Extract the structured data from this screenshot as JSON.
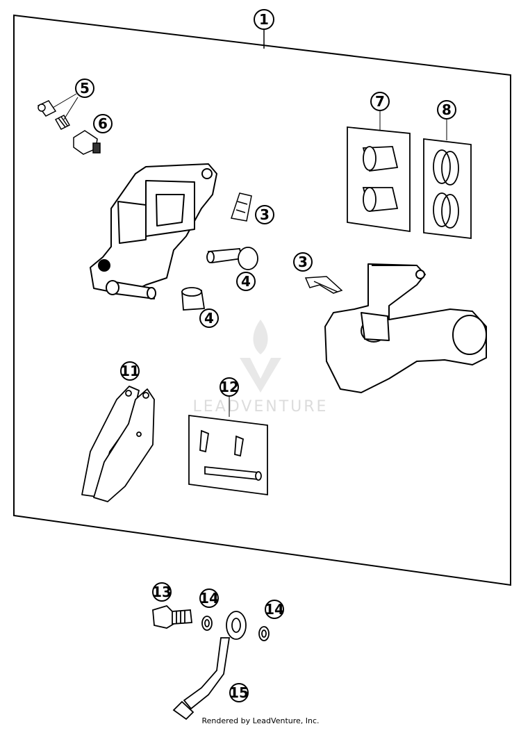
{
  "callouts": {
    "c1": "1",
    "c3a": "3",
    "c3b": "3",
    "c4a": "4",
    "c4b": "4",
    "c5": "5",
    "c6": "6",
    "c7": "7",
    "c8": "8",
    "c11": "11",
    "c12": "12",
    "c13": "13",
    "c14a": "14",
    "c14b": "14",
    "c15": "15"
  },
  "watermark": "LEADVENTURE",
  "credit": "Rendered by LeadVenture, Inc."
}
